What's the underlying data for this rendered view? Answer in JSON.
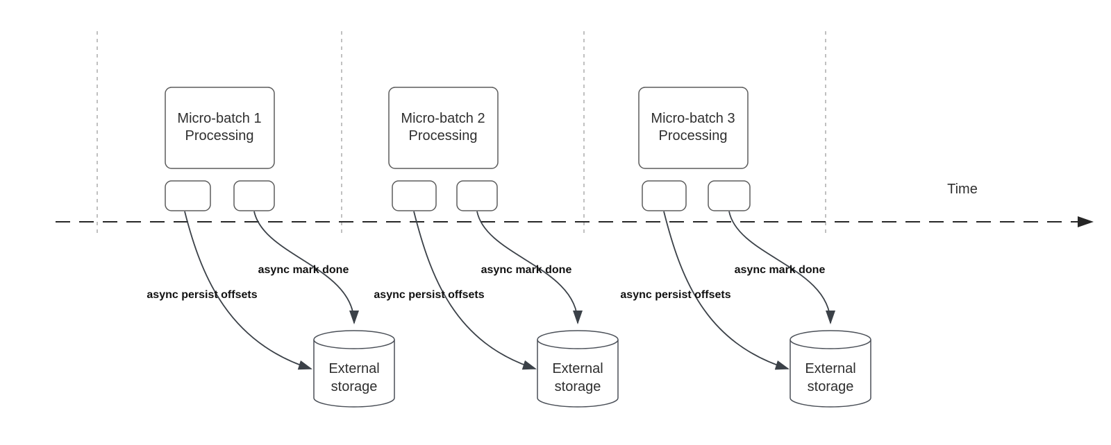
{
  "timeline": {
    "label": "Time"
  },
  "groups": [
    {
      "box": {
        "line1": "Micro-batch 1",
        "line2": "Processing"
      },
      "persist_arrow_label": "async persist offsets",
      "mark_arrow_label": "async mark done",
      "storage": {
        "line1": "External",
        "line2": "storage"
      }
    },
    {
      "box": {
        "line1": "Micro-batch 2",
        "line2": "Processing"
      },
      "persist_arrow_label": "async persist offsets",
      "mark_arrow_label": "async mark done",
      "storage": {
        "line1": "External",
        "line2": "storage"
      }
    },
    {
      "box": {
        "line1": "Micro-batch 3",
        "line2": "Processing"
      },
      "persist_arrow_label": "async persist offsets",
      "mark_arrow_label": "async mark done",
      "storage": {
        "line1": "External",
        "line2": "storage"
      }
    }
  ],
  "colors": {
    "box-stroke": "#5b5b5b",
    "arrow-color": "#3b4148",
    "guide-color": "#b0b0b0",
    "timeline-color": "#262626",
    "text-color": "#2f2f2f",
    "label-color": "#111111"
  }
}
